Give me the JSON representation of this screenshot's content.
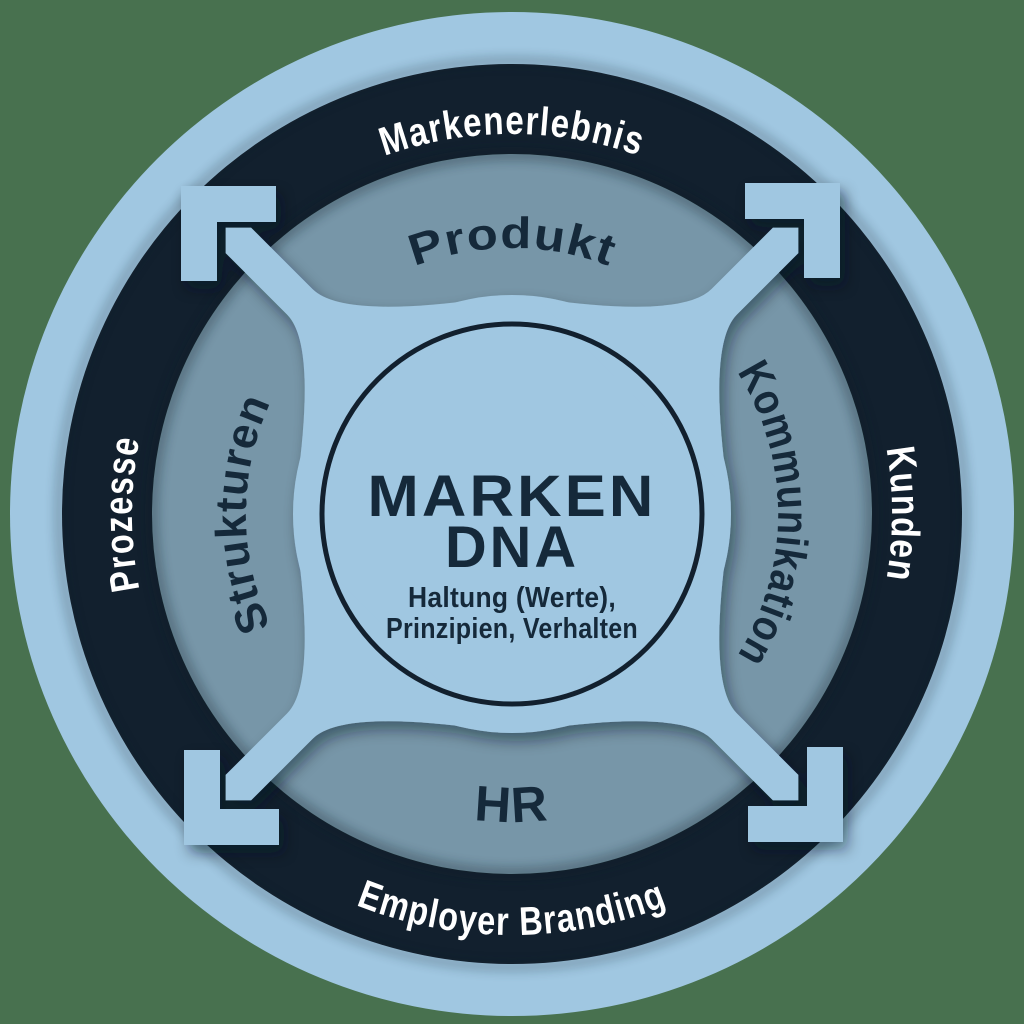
{
  "canvas": {
    "background_color": "#48714F"
  },
  "colors": {
    "light_blue": "#A0C7E1",
    "dark_navy": "#12202E",
    "slate_blue": "#7796A8",
    "text_navy": "#15293A",
    "white": "#FFFFFF",
    "shadow": "#0D1B27"
  },
  "outer_ring": {
    "top": "Markenerlebnis",
    "right": "Kunden",
    "bottom": "Employer Branding",
    "left": "Prozesse"
  },
  "inner_ring": {
    "top": "Produkt",
    "right": "Kommunikation",
    "bottom": "HR",
    "left": "Strukturen"
  },
  "center": {
    "title_line1": "MARKEN",
    "title_line2": "DNA",
    "subtitle_line1": "Haltung (Werte),",
    "subtitle_line2": "Prinzipien, Verhalten"
  },
  "arrows": {
    "count": 4,
    "directions": [
      "north-east",
      "south-east",
      "south-west",
      "north-west"
    ]
  }
}
